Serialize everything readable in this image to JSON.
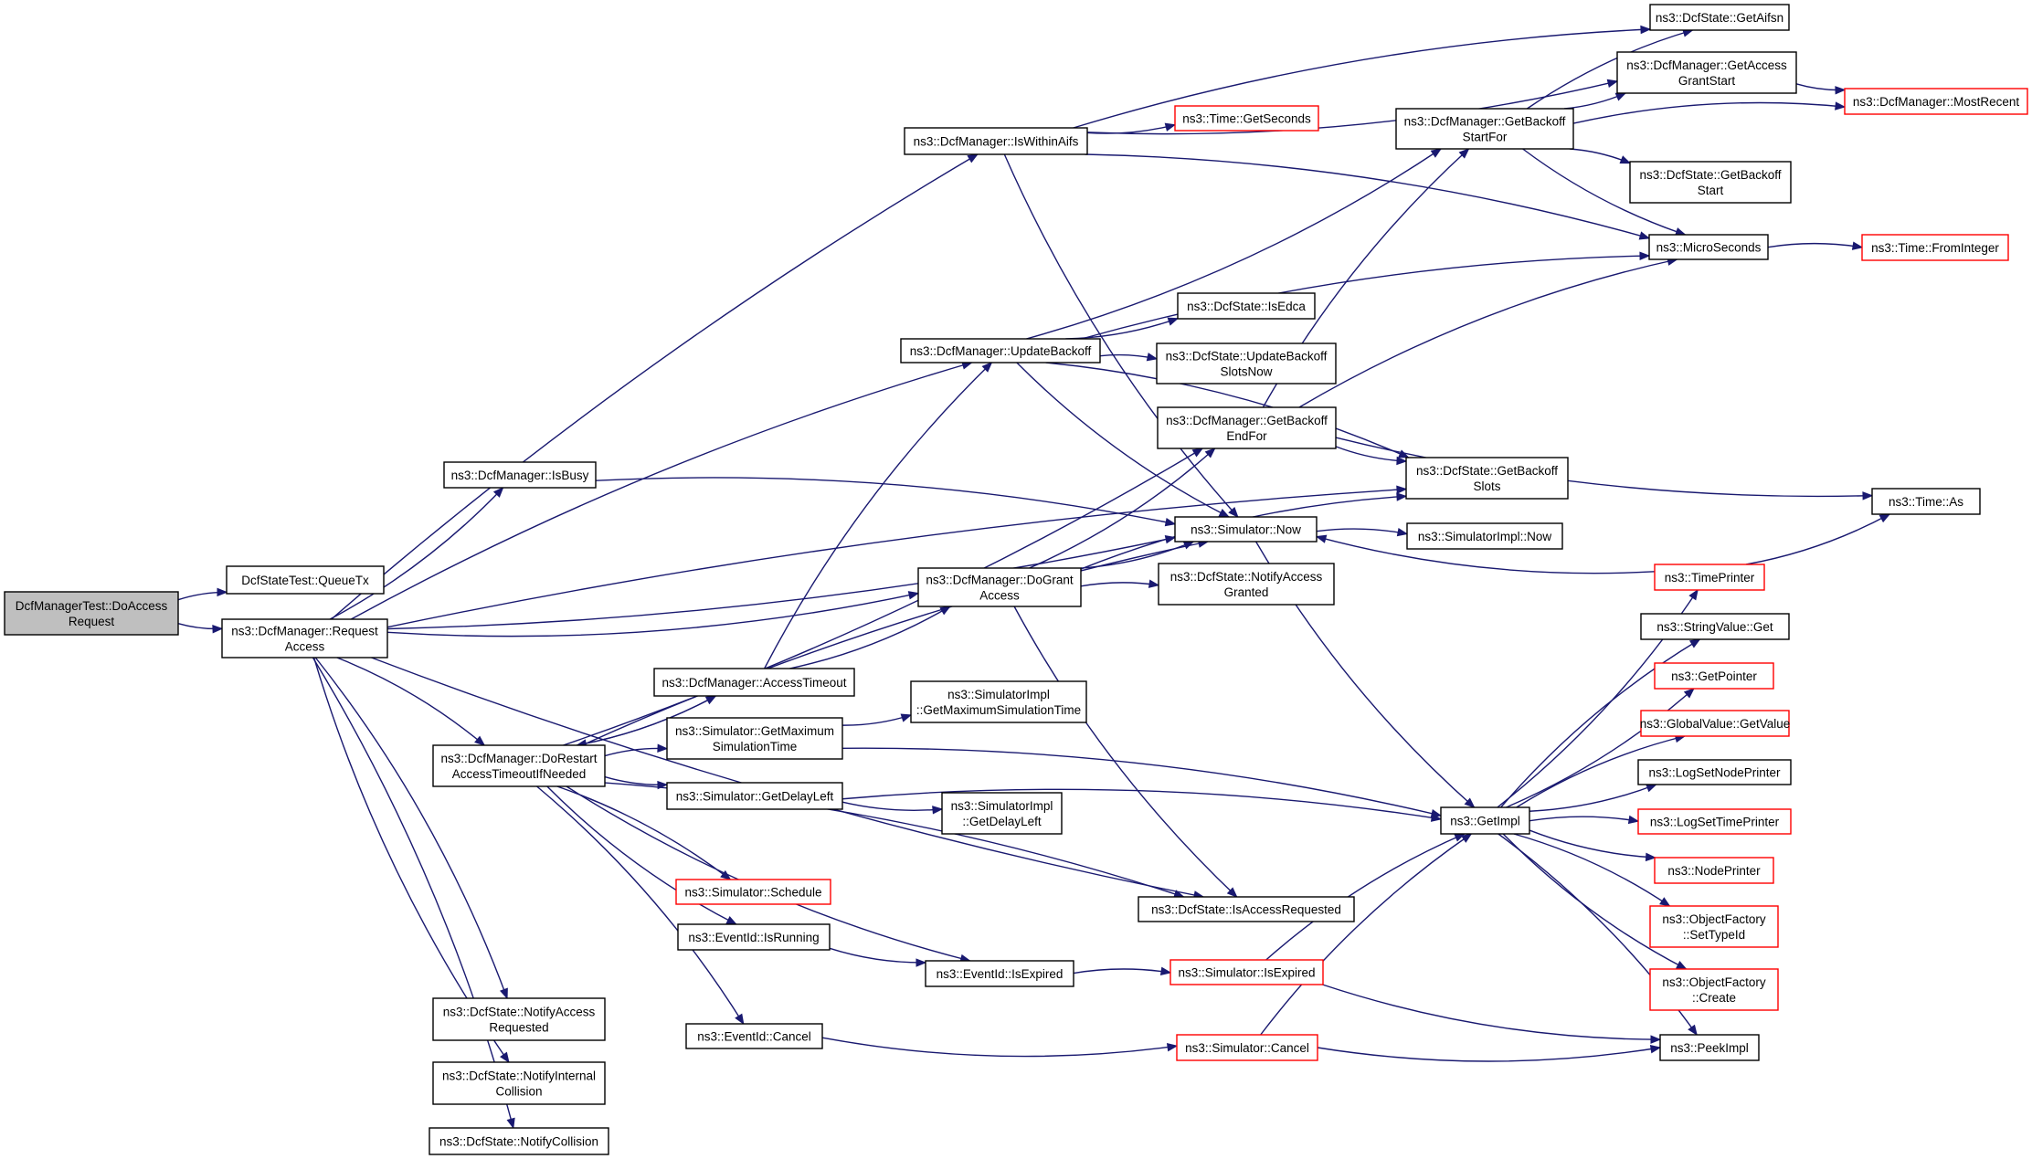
{
  "colors": {
    "edge": "#191970",
    "node_border": "#000000",
    "node_border_truncated": "#ff0000",
    "root_fill": "#bfbfbf",
    "node_fill": "#ffffff"
  },
  "nodes": {
    "doaccess": {
      "lines": [
        "DcfManagerTest::DoAccess",
        "Request"
      ],
      "style": "root"
    },
    "queuetx": {
      "lines": [
        "DcfStateTest::QueueTx"
      ],
      "style": "normal"
    },
    "reqaccess": {
      "lines": [
        "ns3::DcfManager::Request",
        "Access"
      ],
      "style": "normal"
    },
    "iswithinaifs": {
      "lines": [
        "ns3::DcfManager::IsWithinAifs"
      ],
      "style": "normal"
    },
    "isbusy": {
      "lines": [
        "ns3::DcfManager::IsBusy"
      ],
      "style": "normal"
    },
    "updatebackoff": {
      "lines": [
        "ns3::DcfManager::UpdateBackoff"
      ],
      "style": "normal"
    },
    "dogrant": {
      "lines": [
        "ns3::DcfManager::DoGrant",
        "Access"
      ],
      "style": "normal"
    },
    "accesstimeout": {
      "lines": [
        "ns3::DcfManager::AccessTimeout"
      ],
      "style": "normal"
    },
    "dorestart": {
      "lines": [
        "ns3::DcfManager::DoRestart",
        "AccessTimeoutIfNeeded"
      ],
      "style": "normal"
    },
    "getmaxsim": {
      "lines": [
        "ns3::Simulator::GetMaximum",
        "SimulationTime"
      ],
      "style": "normal"
    },
    "getdelayleft": {
      "lines": [
        "ns3::Simulator::GetDelayLeft"
      ],
      "style": "normal"
    },
    "schedule": {
      "lines": [
        "ns3::Simulator::Schedule"
      ],
      "style": "red"
    },
    "isrunning": {
      "lines": [
        "ns3::EventId::IsRunning"
      ],
      "style": "normal"
    },
    "eventcancel": {
      "lines": [
        "ns3::EventId::Cancel"
      ],
      "style": "normal"
    },
    "notifyaccessreq": {
      "lines": [
        "ns3::DcfState::NotifyAccess",
        "Requested"
      ],
      "style": "normal"
    },
    "notifyinternal": {
      "lines": [
        "ns3::DcfState::NotifyInternal",
        "Collision"
      ],
      "style": "normal"
    },
    "notifycollision": {
      "lines": [
        "ns3::DcfState::NotifyCollision"
      ],
      "style": "normal"
    },
    "getseconds": {
      "lines": [
        "ns3::Time::GetSeconds"
      ],
      "style": "red"
    },
    "isedca": {
      "lines": [
        "ns3::DcfState::IsEdca"
      ],
      "style": "normal"
    },
    "updatebackoffslots": {
      "lines": [
        "ns3::DcfState::UpdateBackoff",
        "SlotsNow"
      ],
      "style": "normal"
    },
    "getbackoffendfor": {
      "lines": [
        "ns3::DcfManager::GetBackoff",
        "EndFor"
      ],
      "style": "normal"
    },
    "simnow": {
      "lines": [
        "ns3::Simulator::Now"
      ],
      "style": "normal"
    },
    "notifygranted": {
      "lines": [
        "ns3::DcfState::NotifyAccess",
        "Granted"
      ],
      "style": "normal"
    },
    "implmaxsim": {
      "lines": [
        "ns3::SimulatorImpl",
        "::GetMaximumSimulationTime"
      ],
      "style": "normal"
    },
    "impldelayleft": {
      "lines": [
        "ns3::SimulatorImpl",
        "::GetDelayLeft"
      ],
      "style": "normal"
    },
    "isaccessreq": {
      "lines": [
        "ns3::DcfState::IsAccessRequested"
      ],
      "style": "normal"
    },
    "eventisexpired": {
      "lines": [
        "ns3::EventId::IsExpired"
      ],
      "style": "normal"
    },
    "simisexpired": {
      "lines": [
        "ns3::Simulator::IsExpired"
      ],
      "style": "red"
    },
    "simcancel": {
      "lines": [
        "ns3::Simulator::Cancel"
      ],
      "style": "red"
    },
    "getbackoffstartfor": {
      "lines": [
        "ns3::DcfManager::GetBackoff",
        "StartFor"
      ],
      "style": "normal"
    },
    "getbackoffslots": {
      "lines": [
        "ns3::DcfState::GetBackoff",
        "Slots"
      ],
      "style": "normal"
    },
    "simimplnow": {
      "lines": [
        "ns3::SimulatorImpl::Now"
      ],
      "style": "normal"
    },
    "getimpl": {
      "lines": [
        "ns3::GetImpl"
      ],
      "style": "normal"
    },
    "getaifsn": {
      "lines": [
        "ns3::DcfState::GetAifsn"
      ],
      "style": "normal"
    },
    "getaccessgrantstart": {
      "lines": [
        "ns3::DcfManager::GetAccess",
        "GrantStart"
      ],
      "style": "normal"
    },
    "getbackoffstart": {
      "lines": [
        "ns3::DcfState::GetBackoff",
        "Start"
      ],
      "style": "normal"
    },
    "microseconds": {
      "lines": [
        "ns3::MicroSeconds"
      ],
      "style": "normal"
    },
    "timeprinter": {
      "lines": [
        "ns3::TimePrinter"
      ],
      "style": "red"
    },
    "stringvalueget": {
      "lines": [
        "ns3::StringValue::Get"
      ],
      "style": "normal"
    },
    "getpointer": {
      "lines": [
        "ns3::GetPointer"
      ],
      "style": "red"
    },
    "globalvalueget": {
      "lines": [
        "ns3::GlobalValue::GetValue"
      ],
      "style": "red"
    },
    "lognodeprinter": {
      "lines": [
        "ns3::LogSetNodePrinter"
      ],
      "style": "normal"
    },
    "logtimeprinter": {
      "lines": [
        "ns3::LogSetTimePrinter"
      ],
      "style": "red"
    },
    "nodeprinter": {
      "lines": [
        "ns3::NodePrinter"
      ],
      "style": "red"
    },
    "objsettypeid": {
      "lines": [
        "ns3::ObjectFactory",
        "::SetTypeId"
      ],
      "style": "red"
    },
    "objcreate": {
      "lines": [
        "ns3::ObjectFactory",
        "::Create"
      ],
      "style": "red"
    },
    "peekimpl": {
      "lines": [
        "ns3::PeekImpl"
      ],
      "style": "normal"
    },
    "mostrecent": {
      "lines": [
        "ns3::DcfManager::MostRecent"
      ],
      "style": "red"
    },
    "fromint": {
      "lines": [
        "ns3::Time::FromInteger"
      ],
      "style": "red"
    },
    "timeas": {
      "lines": [
        "ns3::Time::As"
      ],
      "style": "normal"
    }
  },
  "edges": [
    [
      "doaccess",
      "queuetx"
    ],
    [
      "doaccess",
      "reqaccess"
    ],
    [
      "reqaccess",
      "iswithinaifs"
    ],
    [
      "reqaccess",
      "isbusy"
    ],
    [
      "reqaccess",
      "updatebackoff"
    ],
    [
      "reqaccess",
      "dogrant"
    ],
    [
      "reqaccess",
      "dorestart"
    ],
    [
      "reqaccess",
      "simnow"
    ],
    [
      "reqaccess",
      "getbackoffslots"
    ],
    [
      "reqaccess",
      "isaccessreq"
    ],
    [
      "reqaccess",
      "notifyaccessreq"
    ],
    [
      "reqaccess",
      "notifyinternal"
    ],
    [
      "reqaccess",
      "notifycollision"
    ],
    [
      "iswithinaifs",
      "getseconds"
    ],
    [
      "iswithinaifs",
      "getaifsn"
    ],
    [
      "iswithinaifs",
      "getaccessgrantstart"
    ],
    [
      "iswithinaifs",
      "microseconds"
    ],
    [
      "iswithinaifs",
      "simnow"
    ],
    [
      "isbusy",
      "simnow"
    ],
    [
      "updatebackoff",
      "isedca"
    ],
    [
      "updatebackoff",
      "updatebackoffslots"
    ],
    [
      "updatebackoff",
      "getbackoffstartfor"
    ],
    [
      "updatebackoff",
      "microseconds"
    ],
    [
      "updatebackoff",
      "simnow"
    ],
    [
      "updatebackoff",
      "getbackoffslots"
    ],
    [
      "dogrant",
      "simnow"
    ],
    [
      "dogrant",
      "notifygranted"
    ],
    [
      "dogrant",
      "getbackoffendfor"
    ],
    [
      "dogrant",
      "getbackoffslots"
    ],
    [
      "dogrant",
      "isaccessreq"
    ],
    [
      "accesstimeout",
      "updatebackoff"
    ],
    [
      "accesstimeout",
      "dogrant"
    ],
    [
      "accesstimeout",
      "dorestart"
    ],
    [
      "dorestart",
      "accesstimeout"
    ],
    [
      "dorestart",
      "getmaxsim"
    ],
    [
      "dorestart",
      "getdelayleft"
    ],
    [
      "dorestart",
      "schedule"
    ],
    [
      "dorestart",
      "isrunning"
    ],
    [
      "dorestart",
      "eventcancel"
    ],
    [
      "dorestart",
      "eventisexpired"
    ],
    [
      "dorestart",
      "isaccessreq"
    ],
    [
      "dorestart",
      "getbackoffendfor"
    ],
    [
      "dorestart",
      "simnow"
    ],
    [
      "getmaxsim",
      "implmaxsim"
    ],
    [
      "getmaxsim",
      "getimpl"
    ],
    [
      "getdelayleft",
      "impldelayleft"
    ],
    [
      "getdelayleft",
      "getimpl"
    ],
    [
      "isrunning",
      "eventisexpired"
    ],
    [
      "eventisexpired",
      "simisexpired"
    ],
    [
      "eventcancel",
      "simcancel"
    ],
    [
      "simisexpired",
      "getimpl"
    ],
    [
      "simisexpired",
      "peekimpl"
    ],
    [
      "simcancel",
      "getimpl"
    ],
    [
      "simcancel",
      "peekimpl"
    ],
    [
      "getbackoffendfor",
      "getbackoffstartfor"
    ],
    [
      "getbackoffendfor",
      "getbackoffslots"
    ],
    [
      "getbackoffendfor",
      "microseconds"
    ],
    [
      "getbackoffendfor",
      "timeas"
    ],
    [
      "simnow",
      "simimplnow"
    ],
    [
      "simnow",
      "getimpl"
    ],
    [
      "getbackoffstartfor",
      "getaifsn"
    ],
    [
      "getbackoffstartfor",
      "getaccessgrantstart"
    ],
    [
      "getbackoffstartfor",
      "getbackoffstart"
    ],
    [
      "getbackoffstartfor",
      "microseconds"
    ],
    [
      "getbackoffstartfor",
      "mostrecent"
    ],
    [
      "getaccessgrantstart",
      "mostrecent"
    ],
    [
      "microseconds",
      "fromint"
    ],
    [
      "timeprinter",
      "timeas"
    ],
    [
      "timeprinter",
      "simnow"
    ],
    [
      "getimpl",
      "timeprinter"
    ],
    [
      "getimpl",
      "stringvalueget"
    ],
    [
      "getimpl",
      "getpointer"
    ],
    [
      "getimpl",
      "globalvalueget"
    ],
    [
      "getimpl",
      "lognodeprinter"
    ],
    [
      "getimpl",
      "logtimeprinter"
    ],
    [
      "getimpl",
      "nodeprinter"
    ],
    [
      "getimpl",
      "objsettypeid"
    ],
    [
      "getimpl",
      "objcreate"
    ],
    [
      "getimpl",
      "peekimpl"
    ]
  ]
}
